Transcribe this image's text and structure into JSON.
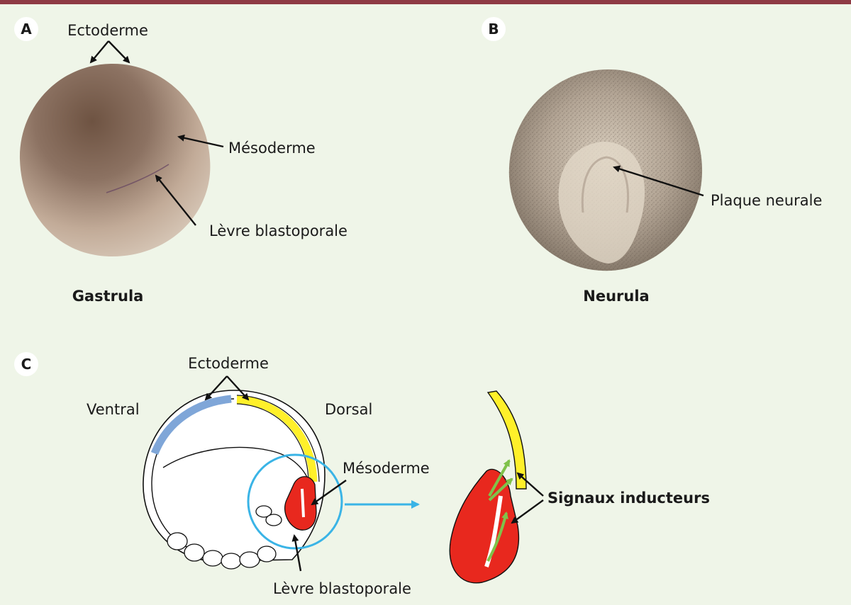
{
  "panel_a": {
    "letter": "A",
    "label_ectoderme": "Ectoderme",
    "label_mesoderme": "Mésoderme",
    "label_levre": "Lèvre blastoporale",
    "caption": "Gastrula"
  },
  "panel_b": {
    "letter": "B",
    "label_plaque": "Plaque neurale",
    "caption": "Neurula"
  },
  "panel_c": {
    "letter": "C",
    "label_ectoderme": "Ectoderme",
    "label_ventral": "Ventral",
    "label_dorsal": "Dorsal",
    "label_mesoderme": "Mésoderme",
    "label_levre": "Lèvre blastoporale",
    "label_signaux": "Signaux inducteurs"
  },
  "colors": {
    "top_rule": "#8e3a44",
    "background": "#eff5e8",
    "ectoderm_ventral": "#7fa6d8",
    "ectoderm_dorsal": "#fff02a",
    "mesoderm": "#e8281e",
    "signal_arrows": "#7fc24a",
    "magnifier": "#3ab4e6"
  }
}
